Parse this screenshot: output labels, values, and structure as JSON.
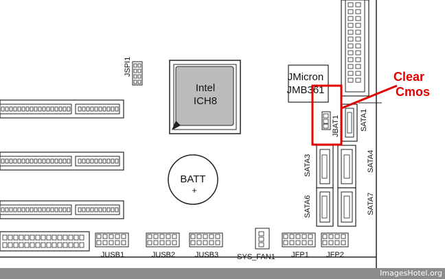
{
  "chip_ich8": {
    "line1": "Intel",
    "line2": "ICH8"
  },
  "chip_jmicron": {
    "line1": "JMicron",
    "line2": "JMB361"
  },
  "battery": {
    "label": "BATT",
    "sign": "+"
  },
  "annotation": {
    "line1": "Clear",
    "line2": "Cmos",
    "color": "#e00000"
  },
  "labels": {
    "jspi1": "JSPI1",
    "jbat1": "JBAT1",
    "sata1": "SATA1",
    "sata3": "SATA3",
    "sata4": "SATA4",
    "sata6": "SATA6",
    "sata7": "SATA7",
    "jusb1": "JUSB1",
    "jusb2": "JUSB2",
    "jusb3": "JUSB3",
    "sys_fan1": "SYS_FAN1",
    "jfp1": "JFP1",
    "jfp2": "JFP2"
  },
  "watermark": "ImagesHotel.org"
}
